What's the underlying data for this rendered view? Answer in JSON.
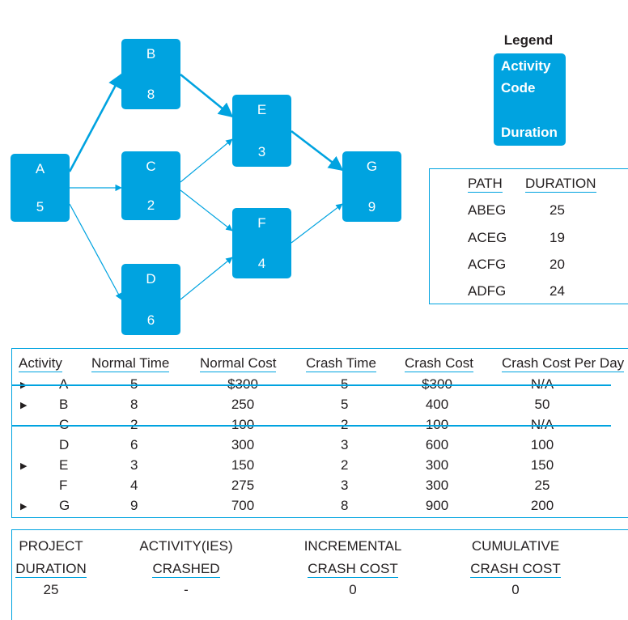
{
  "nodes": [
    {
      "code": "A",
      "duration": "5"
    },
    {
      "code": "B",
      "duration": "8"
    },
    {
      "code": "C",
      "duration": "2"
    },
    {
      "code": "D",
      "duration": "6"
    },
    {
      "code": "E",
      "duration": "3"
    },
    {
      "code": "F",
      "duration": "4"
    },
    {
      "code": "G",
      "duration": "9"
    }
  ],
  "edges": [
    {
      "from": "A",
      "to": "B",
      "critical": true
    },
    {
      "from": "A",
      "to": "C",
      "critical": false
    },
    {
      "from": "A",
      "to": "D",
      "critical": false
    },
    {
      "from": "B",
      "to": "E",
      "critical": true
    },
    {
      "from": "C",
      "to": "E",
      "critical": false
    },
    {
      "from": "C",
      "to": "F",
      "critical": false
    },
    {
      "from": "D",
      "to": "F",
      "critical": false
    },
    {
      "from": "E",
      "to": "G",
      "critical": true
    },
    {
      "from": "F",
      "to": "G",
      "critical": false
    }
  ],
  "legend": {
    "title": "Legend",
    "line1": "Activity",
    "line2": "Code",
    "line3": "Duration"
  },
  "paths_table": {
    "headers": [
      "PATH",
      "DURATION"
    ],
    "rows": [
      [
        "ABEG",
        "25"
      ],
      [
        "ACEG",
        "19"
      ],
      [
        "ACFG",
        "20"
      ],
      [
        "ADFG",
        "24"
      ]
    ]
  },
  "activity_table": {
    "headers": [
      "Activity",
      "Normal Time",
      "Normal Cost",
      "Crash Time",
      "Crash Cost",
      "Crash Cost Per Day"
    ],
    "rows": [
      {
        "marked": true,
        "struck": true,
        "cells": [
          "A",
          "5",
          "$300",
          "5",
          "$300",
          "N/A"
        ]
      },
      {
        "marked": true,
        "struck": false,
        "cells": [
          "B",
          "8",
          "250",
          "5",
          "400",
          "50"
        ]
      },
      {
        "marked": false,
        "struck": true,
        "cells": [
          "C",
          "2",
          "100",
          "2",
          "100",
          "N/A"
        ]
      },
      {
        "marked": false,
        "struck": false,
        "cells": [
          "D",
          "6",
          "300",
          "3",
          "600",
          "100"
        ]
      },
      {
        "marked": true,
        "struck": false,
        "cells": [
          "E",
          "3",
          "150",
          "2",
          "300",
          "150"
        ]
      },
      {
        "marked": false,
        "struck": false,
        "cells": [
          "F",
          "4",
          "275",
          "3",
          "300",
          "25"
        ]
      },
      {
        "marked": true,
        "struck": false,
        "cells": [
          "G",
          "9",
          "700",
          "8",
          "900",
          "200"
        ]
      }
    ]
  },
  "summary": {
    "project_duration": {
      "line1": "PROJECT",
      "line2": "DURATION",
      "value": "25"
    },
    "activities_crashed": {
      "line1": "ACTIVITY(IES)",
      "line2": "CRASHED",
      "value": "-"
    },
    "incremental_cost": {
      "line1": "INCREMENTAL",
      "line2": "CRASH COST",
      "value": "0"
    },
    "cumulative_cost": {
      "line1": "CUMULATIVE",
      "line2": "CRASH COST",
      "value": "0"
    }
  },
  "colors": {
    "accent": "#00a3e0",
    "text": "#231f20"
  }
}
